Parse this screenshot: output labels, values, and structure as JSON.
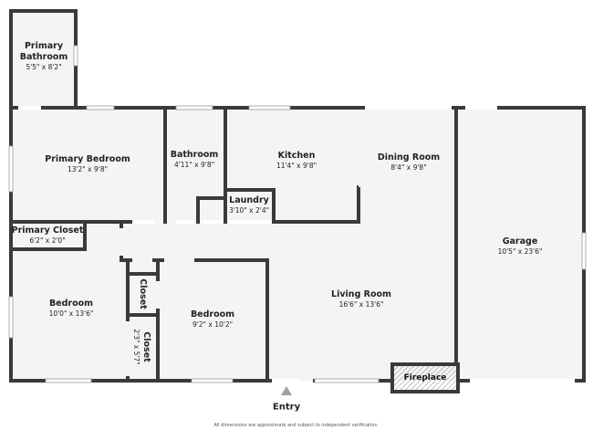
{
  "rooms": {
    "primary_bathroom": {
      "name": "Primary Bathroom",
      "dims": "5'5\" x 8'2\""
    },
    "primary_bedroom": {
      "name": "Primary Bedroom",
      "dims": "13'2\" x 9'8\""
    },
    "bathroom": {
      "name": "Bathroom",
      "dims": "4'11\" x 9'8\""
    },
    "kitchen": {
      "name": "Kitchen",
      "dims": "11'4\" x 9'8\""
    },
    "dining_room": {
      "name": "Dining Room",
      "dims": "8'4\" x 9'8\""
    },
    "laundry": {
      "name": "Laundry",
      "dims": "3'10\" x 2'4\""
    },
    "garage": {
      "name": "Garage",
      "dims": "10'5\" x 23'6\""
    },
    "primary_closet": {
      "name": "Primary Closet",
      "dims": "6'2\" x 2'0\""
    },
    "bedroom_1": {
      "name": "Bedroom",
      "dims": "10'0\" x 13'6\""
    },
    "closet_1": {
      "name": "Closet"
    },
    "closet_2": {
      "name": "Closet",
      "dims": "2'3\" x 5'7\""
    },
    "bedroom_2": {
      "name": "Bedroom",
      "dims": "9'2\" x 10'2\""
    },
    "living_room": {
      "name": "Living Room",
      "dims": "16'6\" x 13'6\""
    }
  },
  "fireplace": "Fireplace",
  "entry": "Entry",
  "footnote": "All dimensions are approximate and subject to independent verification",
  "colors": {
    "wall": "#3a3a3a",
    "floor": "#f4f4f4",
    "entry_arrow": "#a0a0a0"
  }
}
